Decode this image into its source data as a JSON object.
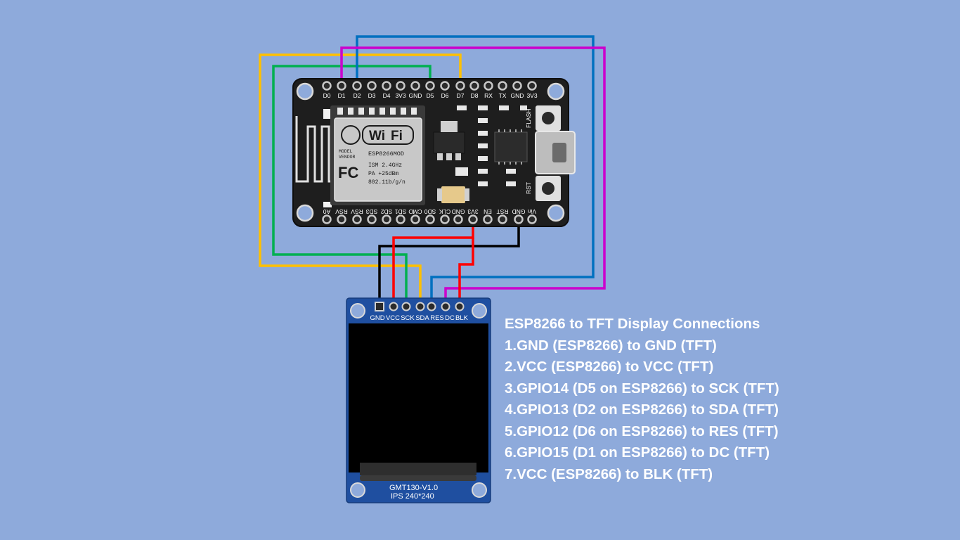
{
  "board": {
    "top_pins": [
      "D0",
      "D1",
      "D2",
      "D3",
      "D4",
      "3V3",
      "GND",
      "D5",
      "D6",
      "D7",
      "D8",
      "RX",
      "TX",
      "GND",
      "3V3"
    ],
    "bottom_pins": [
      "A0",
      "RSV",
      "RSV",
      "SD3",
      "SD2",
      "SD1",
      "CMD",
      "SD0",
      "CLK",
      "GND",
      "3V3",
      "EN",
      "RST",
      "GND",
      "Vin"
    ],
    "module": {
      "wifi": "Wi",
      "wifi_fi": "Fi",
      "model_label": "MODEL",
      "vendor_label": "VENDOR",
      "model": "ESP8266MOD",
      "fcc": "FC",
      "ism": "ISM 2.4GHz",
      "pa": "PA  +25dBm",
      "standard": "802.11b/g/n"
    },
    "flash_label": "FLASH",
    "rst_label": "RST"
  },
  "tft": {
    "pins": [
      "GND",
      "VCC",
      "SCK",
      "SDA",
      "RES",
      "DC",
      "BLK"
    ],
    "model": "GMT130-V1.0",
    "spec": "IPS 240*240"
  },
  "wire_colors": {
    "gnd": "#000000",
    "vcc": "#ff0000",
    "sck": "#00b050",
    "sda": "#0070c0",
    "res": "#ffc000",
    "dc": "#cc00cc",
    "blk": "#ff0000"
  },
  "caption": {
    "title": "ESP8266 to TFT Display Connections",
    "lines": [
      "1.GND (ESP8266) to GND (TFT)",
      "2.VCC (ESP8266) to VCC (TFT)",
      "3.GPIO14 (D5 on ESP8266) to SCK (TFT)",
      "4.GPIO13 (D2 on ESP8266) to SDA (TFT)",
      "5.GPIO12 (D6 on ESP8266) to RES (TFT)",
      "6.GPIO15 (D1 on ESP8266) to DC (TFT)",
      "7.VCC (ESP8266) to BLK (TFT)"
    ]
  }
}
